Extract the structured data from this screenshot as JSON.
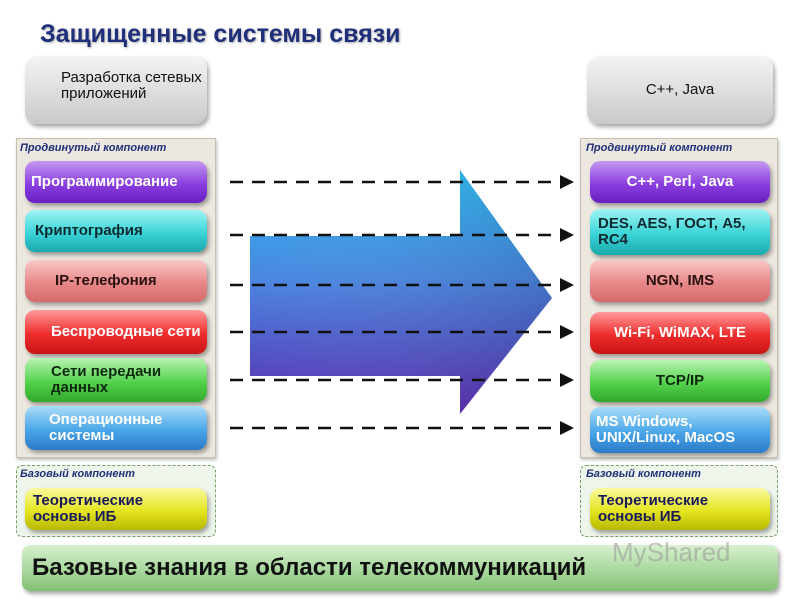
{
  "title": "Защищенные системы связи",
  "left": {
    "top_box": "Разработка сетевых приложений",
    "advanced_label": "Продвинутый компонент",
    "items": [
      "Программирование",
      "Криптография",
      "IP-телефония",
      "Беспроводные сети",
      "Сети передачи данных",
      "Операционные системы"
    ],
    "base_label": "Базовый компонент",
    "base_item": "Теоретические основы ИБ"
  },
  "right": {
    "top_box": "C++, Java",
    "advanced_label": "Продвинутый компонент",
    "items": [
      "C++, Perl, Java",
      "DES, AES, ГОСТ, A5, RC4",
      "NGN, IMS",
      "Wi-Fi, WiMAX, LTE",
      "TCP/IP",
      "MS Windows, UNIX/Linux, MacOS"
    ],
    "base_label": "Базовый компонент",
    "base_item": "Теоретические основы ИБ"
  },
  "bottom_bar": "Базовые знания в области телекоммуникаций",
  "watermark": "MyShared",
  "colors": {
    "title": "#1f2f7a",
    "arrow_top": "#2bb8f0",
    "arrow_bottom": "#5a2bb0",
    "dashes": "#111111"
  }
}
